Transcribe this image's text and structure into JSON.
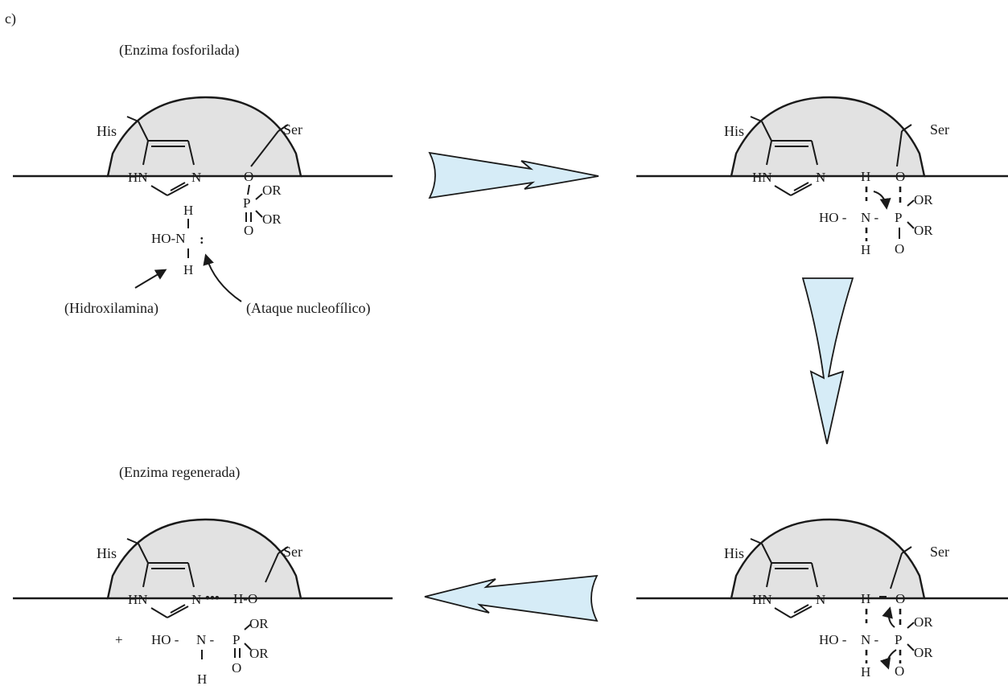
{
  "panel_label": "c)",
  "captions": {
    "phosphorylated": "(Enzima fosforilada)",
    "regenerated": "(Enzima regenerada)",
    "hydroxylamine": "(Hidroxilamina)",
    "attack": "(Ataque nucleofílico)"
  },
  "residues": {
    "his": "His",
    "ser": "Ser"
  },
  "atoms": {
    "HN": "HN",
    "N": "N",
    "O": "O",
    "P": "P",
    "OR": "OR",
    "H": "H",
    "HO": "HO",
    "N_sym": "N",
    "plus": "+",
    "HO_N": "HO-N",
    "HO_dash": "HO -",
    "N_dash": "N -",
    "H_O": "H-O",
    "dots": "•••",
    "lone_pair": ":"
  },
  "colors": {
    "enzyme_fill": "#e2e2e2",
    "arrow_fill": "#d6ecf7",
    "ink": "#1a1a1a"
  }
}
